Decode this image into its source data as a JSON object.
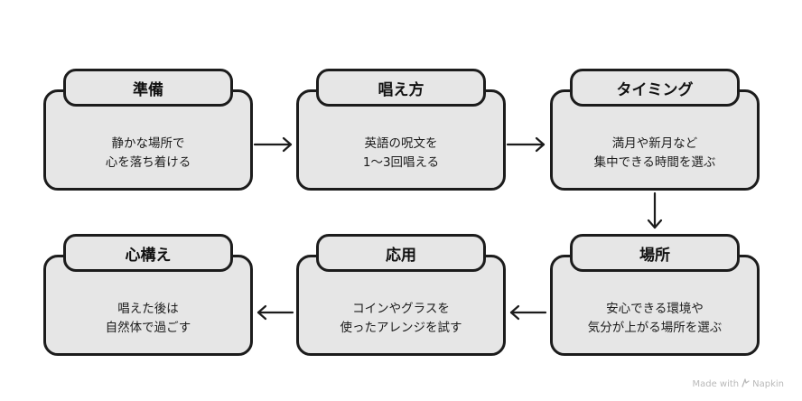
{
  "steps": [
    {
      "title": "準備",
      "line1": "静かな場所で",
      "line2": "心を落ち着ける"
    },
    {
      "title": "唱え方",
      "line1": "英語の呪文を",
      "line2": "1〜3回唱える"
    },
    {
      "title": "タイミング",
      "line1": "満月や新月など",
      "line2": "集中できる時間を選ぶ"
    },
    {
      "title": "場所",
      "line1": "安心できる環境や",
      "line2": "気分が上がる場所を選ぶ"
    },
    {
      "title": "応用",
      "line1": "コインやグラスを",
      "line2": "使ったアレンジを試す"
    },
    {
      "title": "心構え",
      "line1": "唱えた後は",
      "line2": "自然体で過ごす"
    }
  ],
  "footer": {
    "made_with": "Made with",
    "brand": "Napkin"
  },
  "colors": {
    "card_fill": "#e6e6e6",
    "stroke": "#1c1c1c",
    "footer_text": "#b9b9b9"
  }
}
